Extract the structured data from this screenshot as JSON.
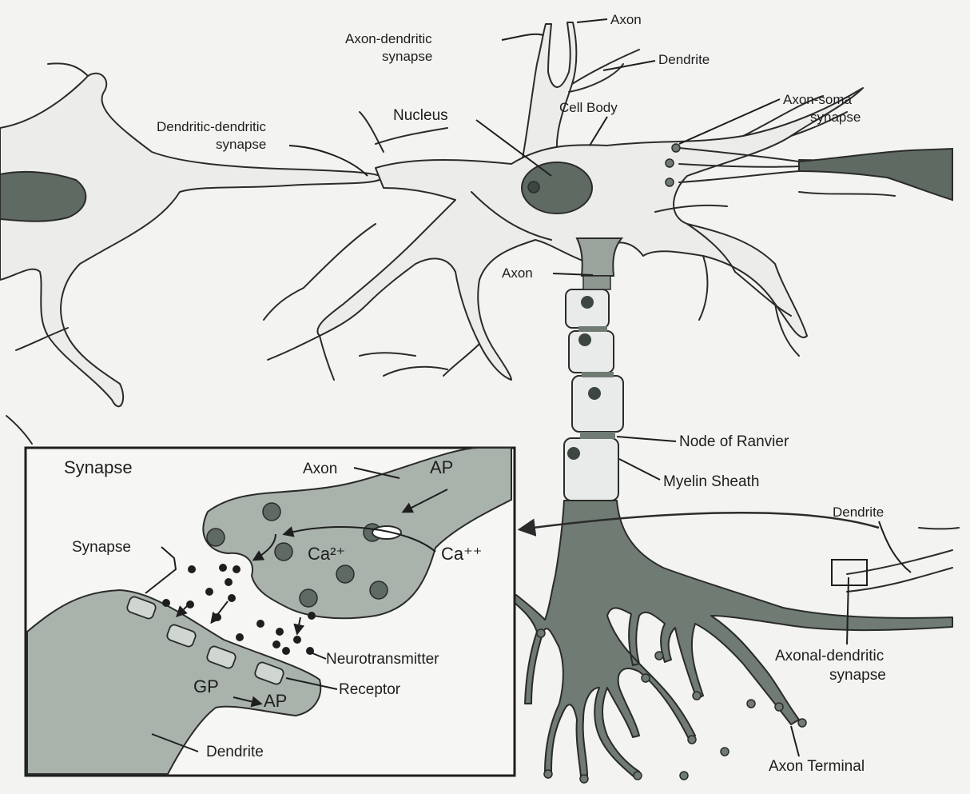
{
  "labels": {
    "axon_top": "Axon",
    "axon_dendritic_synapse_top_line1": "Axon-dendritic",
    "axon_dendritic_synapse_top_line2": "synapse",
    "dendrite_top": "Dendrite",
    "cell_body": "Cell Body",
    "nucleus": "Nucleus",
    "dendritic_dendritic_line1": "Dendritic-dendritic",
    "dendritic_dendritic_line2": "synapse",
    "axon_soma_line1": "Axon-soma",
    "axon_soma_line2": "synapse",
    "axon_mid": "Axon",
    "node_of_ranvier": "Node of Ranvier",
    "myelin_sheath": "Myelin Sheath",
    "dendrite_right": "Dendrite",
    "axonal_dendritic_line1": "Axonal-dendritic",
    "axonal_dendritic_line2": "synapse",
    "axon_terminal": "Axon Terminal"
  },
  "inset": {
    "title": "Synapse",
    "axon": "Axon",
    "ap_top": "AP",
    "ca_inside": "Ca²⁺",
    "ca_outside": "Ca⁺⁺",
    "synapse": "Synapse",
    "neurotransmitter": "Neurotransmitter",
    "receptor": "Receptor",
    "gp": "GP",
    "ap_bottom": "AP",
    "dendrite": "Dendrite"
  },
  "colors": {
    "paper": "#f3f3f1",
    "cell_fill": "#ececea",
    "dark_tissue": "#5f6a62",
    "inset_fill": "#a9b3ac",
    "ink": "#1e1e1e"
  }
}
